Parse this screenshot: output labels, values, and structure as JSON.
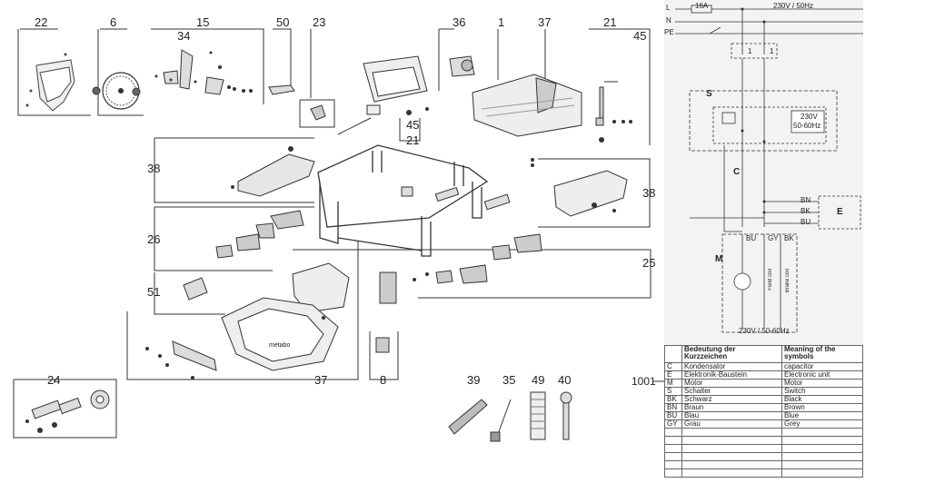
{
  "callouts": {
    "c22": "22",
    "c6": "6",
    "c15": "15",
    "c50": "50",
    "c23": "23",
    "c34": "34",
    "c36": "36",
    "c1": "1",
    "c37_top": "37",
    "c21_top": "21",
    "c45_top": "45",
    "c45_mid": "45",
    "c21_mid": "21",
    "c38_left": "38",
    "c38_right": "38",
    "c26": "26",
    "c25": "25",
    "c51": "51",
    "c37_bottom": "37",
    "c8": "8",
    "c24": "24",
    "c39": "39",
    "c35": "35",
    "c49": "49",
    "c40": "40",
    "c1001": "1001"
  },
  "wiring": {
    "L": "L",
    "N": "N",
    "PE": "PE",
    "fuse": "16A",
    "supply": "230V / 50Hz",
    "S": "S",
    "C": "C",
    "M": "M",
    "E": "E",
    "sw1": "1",
    "sw2": "1",
    "module_v": "230V",
    "module_hz": "50-60Hz",
    "BN": "BN",
    "BK": "BK",
    "BU": "BU",
    "mBU": "BU",
    "mGY": "GY",
    "mBK": "BK",
    "motor_supply": "230V / 50-60Hz",
    "field_coil": "Field coil",
    "brake_coil": "Brake coil"
  },
  "legend": {
    "header_de": "Bedeutung der Kurzzeichen",
    "header_en": "Meaning of the symbols",
    "rows": [
      {
        "code": "C",
        "de": "Kondensator",
        "en": "capacitor"
      },
      {
        "code": "E",
        "de": "Elektronik-Baustein",
        "en": "Electronic unit"
      },
      {
        "code": "M",
        "de": "Motor",
        "en": "Motor"
      },
      {
        "code": "S",
        "de": "Schalter",
        "en": "Switch"
      },
      {
        "code": "BK",
        "de": "Schwarz",
        "en": "Black"
      },
      {
        "code": "BN",
        "de": "Braun",
        "en": "Brown"
      },
      {
        "code": "BU",
        "de": "Blau",
        "en": "Blue"
      },
      {
        "code": "GY",
        "de": "Grau",
        "en": "Grey"
      }
    ],
    "blank_rows": 6
  },
  "parts_text": {
    "logo": "metabo"
  }
}
